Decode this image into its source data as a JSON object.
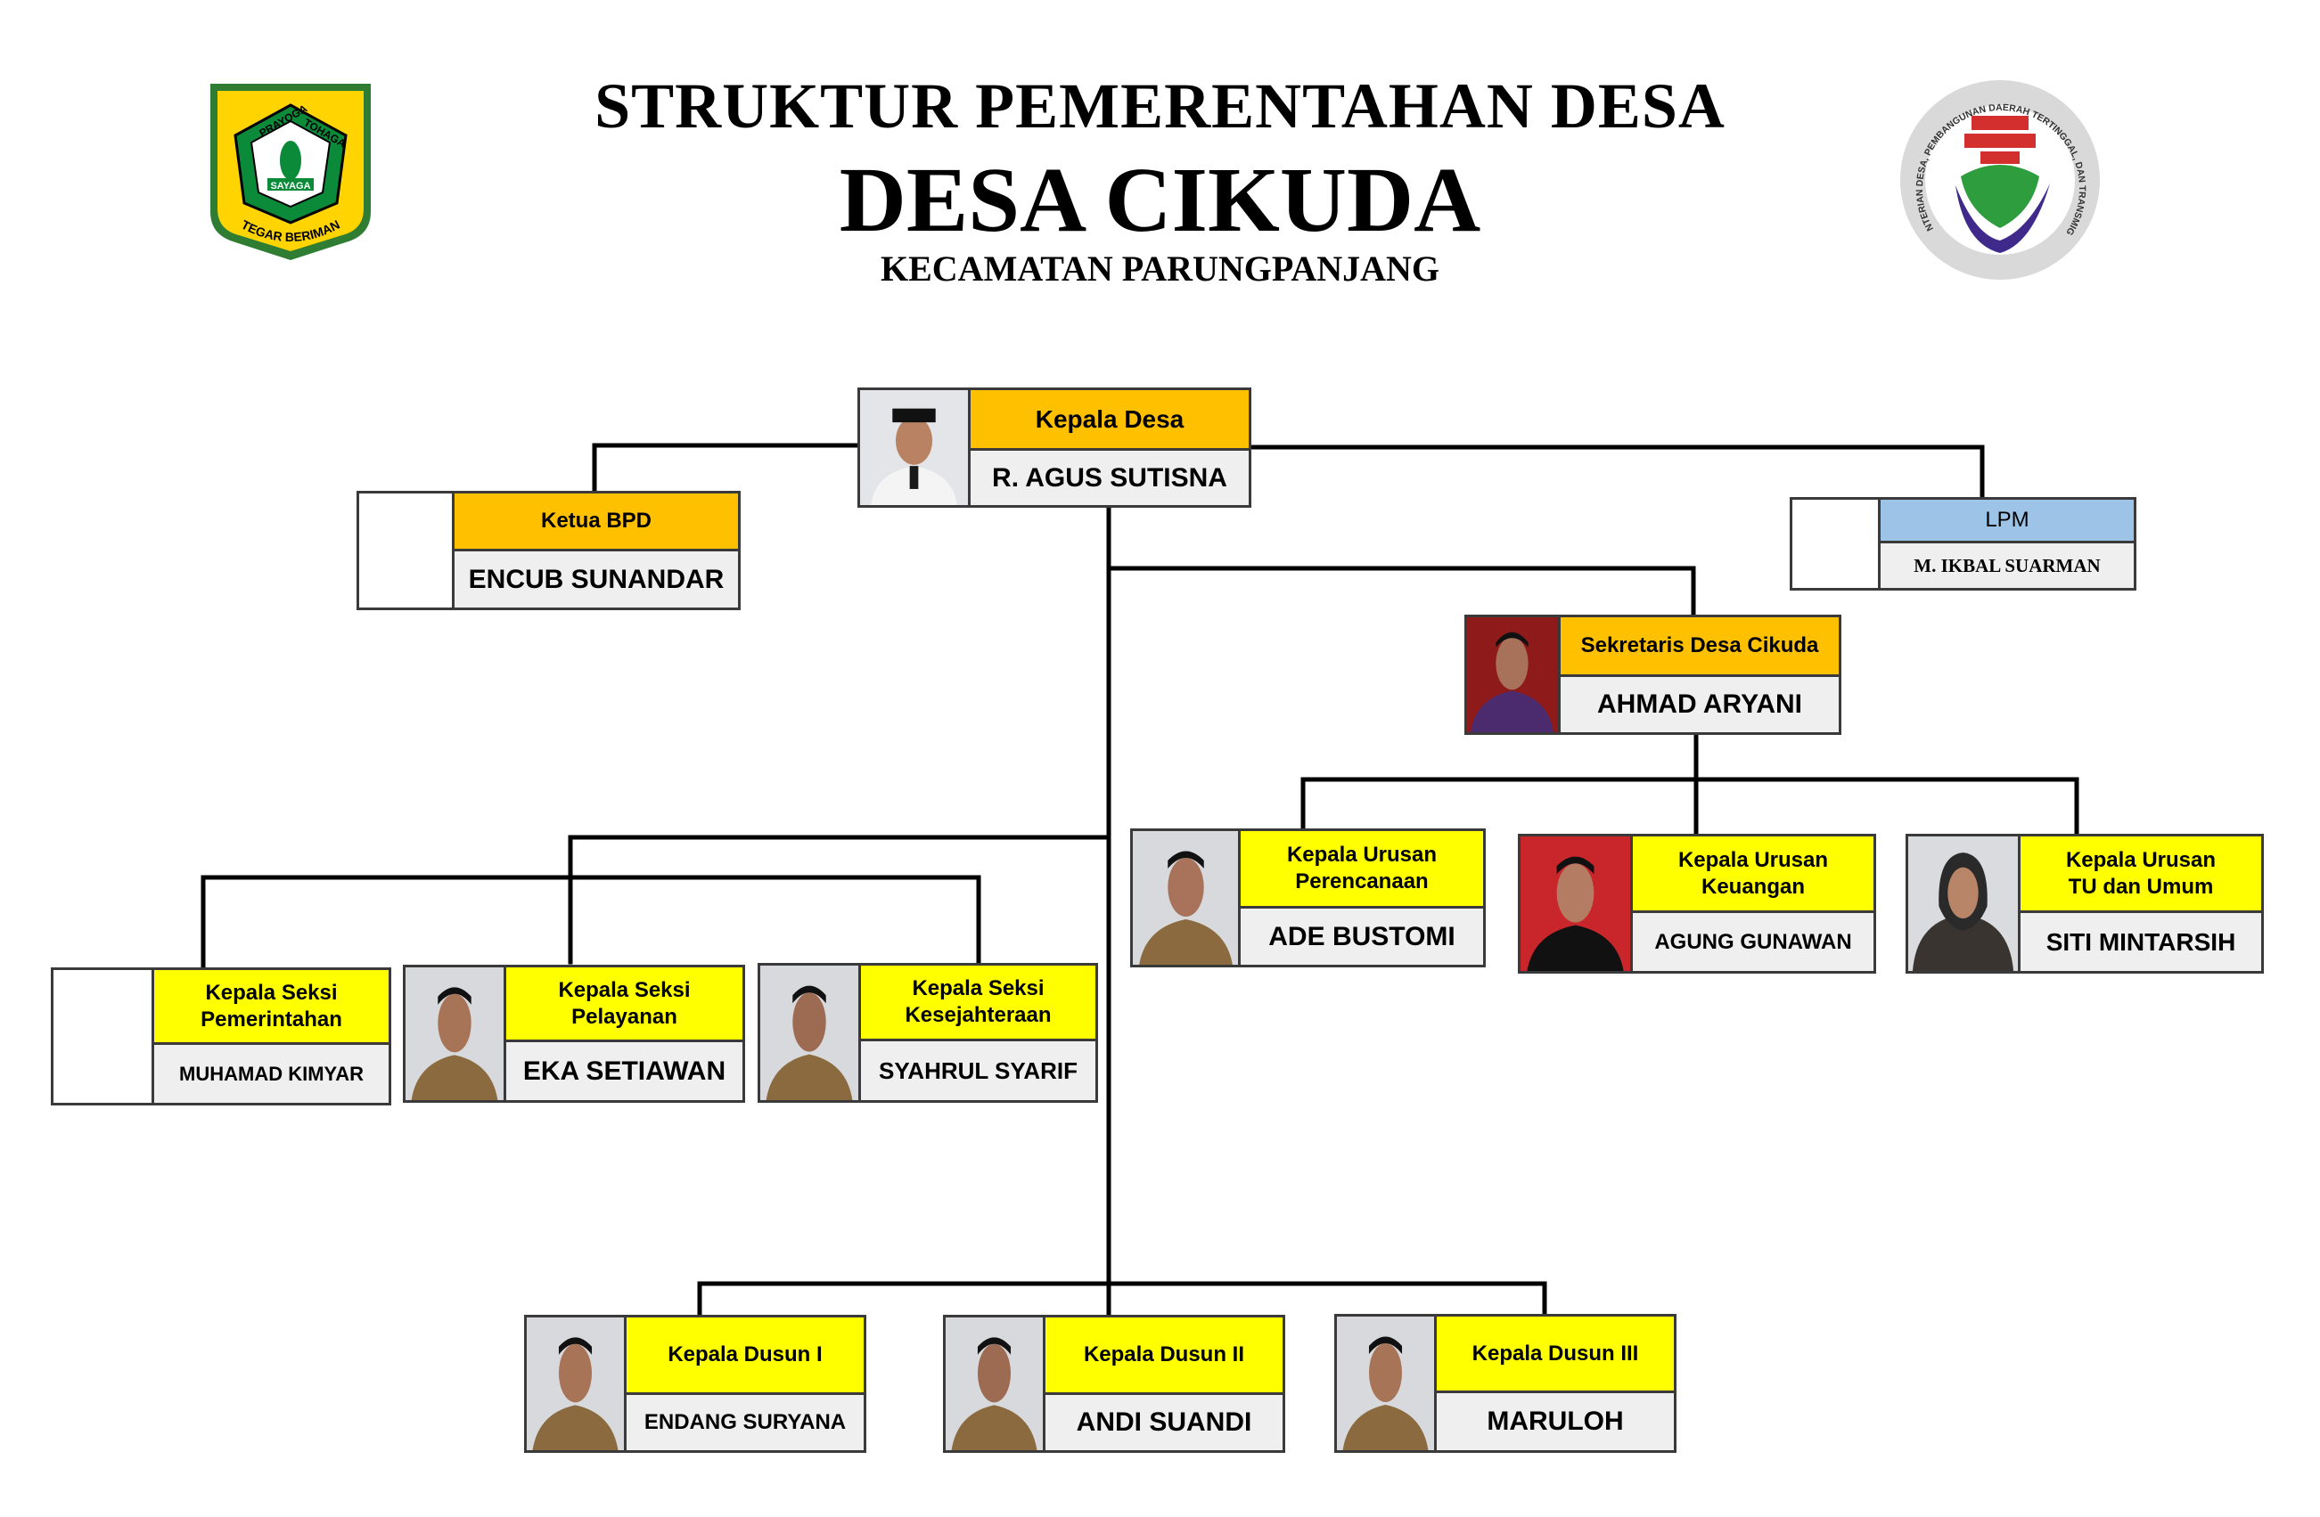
{
  "header": {
    "title": "STRUKTUR PEMERENTAHAN DESA",
    "village": "DESA CIKUDA",
    "district": "KECAMATAN PARUNGPANJANG"
  },
  "logos": {
    "left": {
      "icon": "bogor-regency-emblem",
      "top_text": "PRAYOGA TOHAGA",
      "center_text": "SAYAGA",
      "motto": "TEGAR BERIMAN"
    },
    "right": {
      "icon": "ministry-village-emblem",
      "ring_text": "KEMENTERIAN DESA, PEMBANGUNAN DAERAH TERTINGGAL, DAN TRANSMIGRASI"
    }
  },
  "colors": {
    "orange": "#ffc000",
    "yellow": "#ffff00",
    "blue": "#9dc3e6",
    "name_bg": "#efefef"
  },
  "org": {
    "kepala_desa": {
      "title": "Kepala Desa",
      "name": "R. AGUS SUTISNA"
    },
    "bpd": {
      "title": "Ketua BPD",
      "name": "ENCUB SUNANDAR"
    },
    "lpm": {
      "title": "LPM",
      "name": "M. IKBAL SUARMAN"
    },
    "sekretaris": {
      "title": "Sekretaris Desa Cikuda",
      "name": "AHMAD ARYANI"
    },
    "urusan": [
      {
        "title": "Kepala Urusan\nPerencanaan",
        "name": "ADE BUSTOMI"
      },
      {
        "title": "Kepala Urusan\nKeuangan",
        "name": "AGUNG GUNAWAN"
      },
      {
        "title": "Kepala Urusan\nTU dan Umum",
        "name": "SITI MINTARSIH"
      }
    ],
    "seksi": [
      {
        "title": "Kepala Seksi\nPemerintahan",
        "name": "MUHAMAD KIMYAR"
      },
      {
        "title": "Kepala Seksi\nPelayanan",
        "name": "EKA SETIAWAN"
      },
      {
        "title": "Kepala Seksi\nKesejahteraan",
        "name": "SYAHRUL SYARIF"
      }
    ],
    "dusun": [
      {
        "title": "Kepala Dusun I",
        "name": "ENDANG SURYANA"
      },
      {
        "title": "Kepala Dusun II",
        "name": "ANDI SUANDI"
      },
      {
        "title": "Kepala Dusun III",
        "name": "MARULOH"
      }
    ]
  }
}
